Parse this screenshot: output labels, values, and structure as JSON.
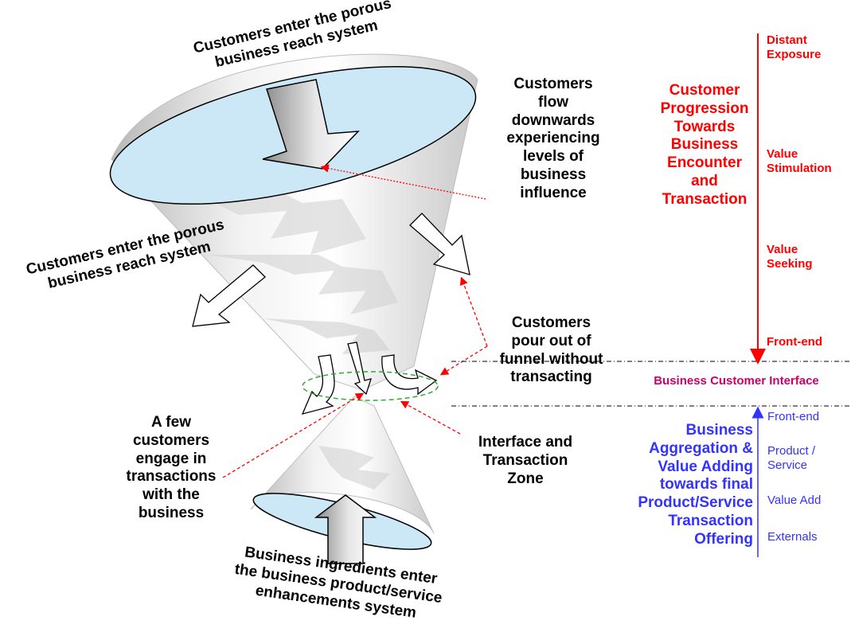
{
  "labels": {
    "enter_top": "Customers enter the porous\nbusiness reach system",
    "enter_left": "Customers enter the porous\nbusiness reach system",
    "flow_down": "Customers\nflow\ndownwards\nexperiencing\nlevels of\nbusiness\ninfluence",
    "pour_out": "Customers\npour out of\nfunnel without\ntransacting",
    "few_engage": "A few\ncustomers\nengage in\ntransactions\nwith the\nbusiness",
    "interface_zone": "Interface and\nTransaction\nZone",
    "ingredients": "Business ingredients enter\nthe business product/service\nenhancements system"
  },
  "right_panel": {
    "progression_title": "Customer\nProgression\nTowards\nBusiness\nEncounter\nand\nTransaction",
    "stages_red": [
      "Distant\nExposure",
      "Value\nStimulation",
      "Value\nSeeking",
      "Front-end"
    ],
    "interface_label": "Business Customer Interface",
    "aggregation_title": "Business\nAggregation &\nValue Adding\ntowards final\nProduct/Service\nTransaction\nOffering",
    "stages_blue": [
      "Front-end",
      "Product /\nService",
      "Value Add",
      "Externals"
    ]
  },
  "colors": {
    "red": "#ff0000",
    "blue": "#3333ff",
    "magenta": "#cc0066",
    "disc_fill": "#cce8f7",
    "ellipse_green": "#33aa33"
  }
}
